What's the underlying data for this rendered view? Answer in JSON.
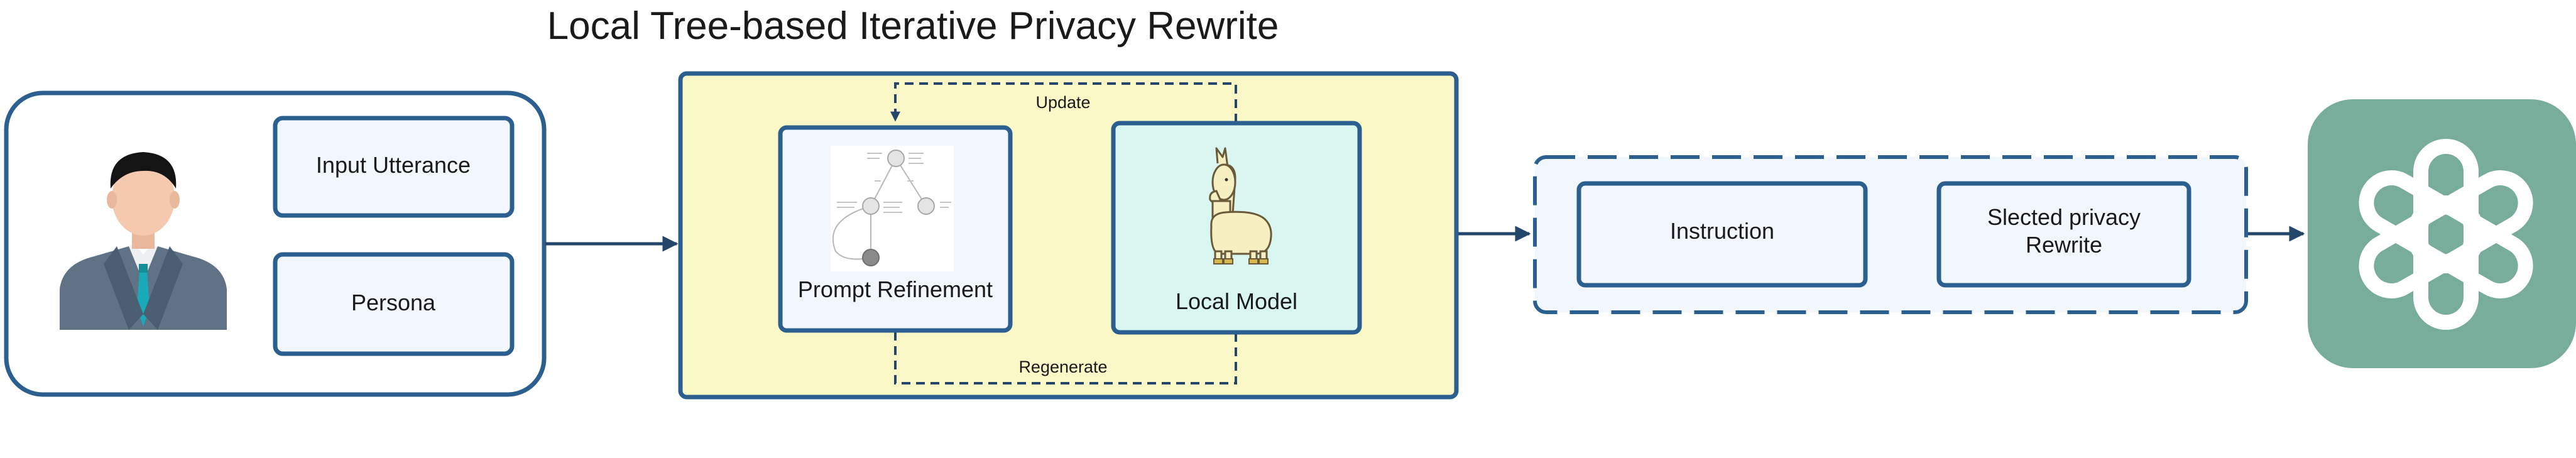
{
  "title": "Local Tree-based Iterative Privacy Rewrite",
  "input_panel": {
    "utterance_label": "Input Utterance",
    "persona_label": "Persona",
    "user_icon": "user-avatar-icon"
  },
  "local_panel": {
    "prompt_refinement_label": "Prompt Refinement",
    "local_model_label": "Local Model",
    "update_label": "Update",
    "regenerate_label": "Regenerate",
    "tree_icon": "search-tree-icon",
    "llama_icon": "llama-icon"
  },
  "output_panel": {
    "instruction_label": "Instruction",
    "selected_rewrite_label_line1": "Slected privacy",
    "selected_rewrite_label_line2": "Rewrite"
  },
  "external_model": {
    "icon": "openai-logo-icon"
  },
  "colors": {
    "stroke": "#2b5f8f",
    "arrow": "#24466b",
    "box_fill": "#f1f7fc",
    "local_panel_fill": "#fbf8c8",
    "local_model_fill": "#d9f6f1",
    "openai_bg": "#79ad9b"
  }
}
